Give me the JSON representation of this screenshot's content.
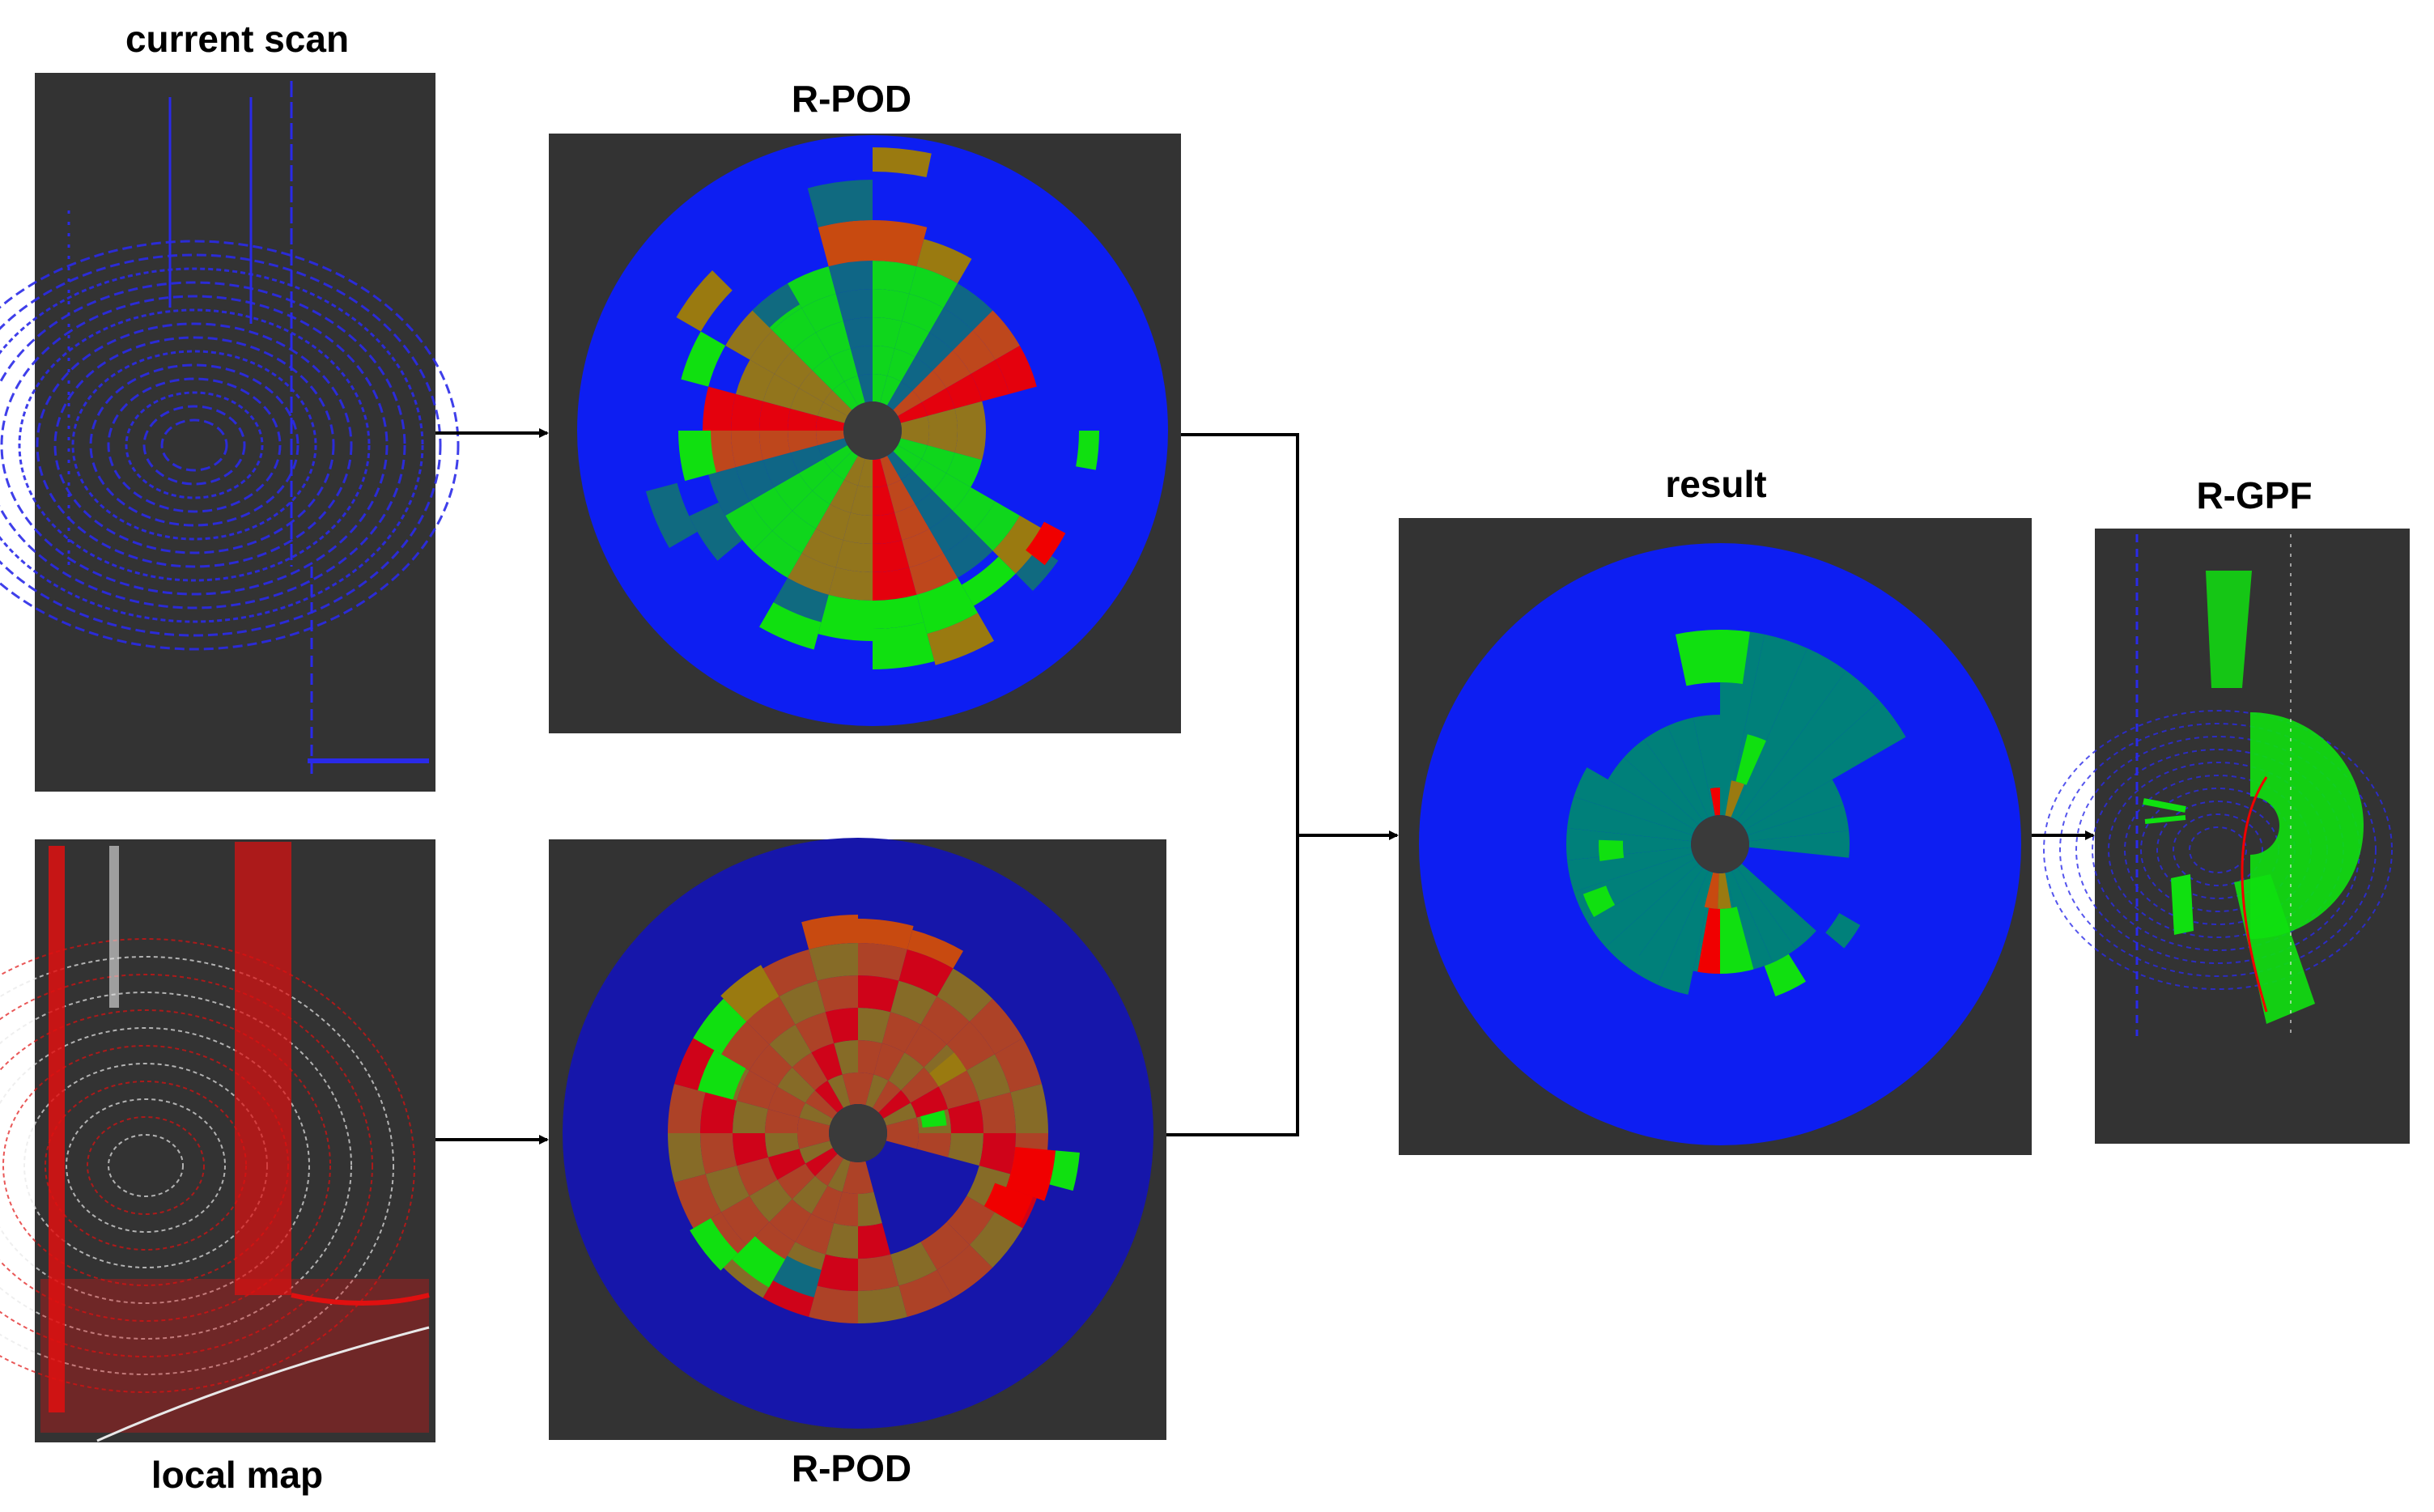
{
  "labels": {
    "current_scan": "current scan",
    "local_map": "local map",
    "rpod_top": "R-POD",
    "rpod_bottom": "R-POD",
    "result": "result",
    "rgpf": "R-GPF"
  },
  "colors": {
    "panel_background": "#333333",
    "disc_blue": "#0d1ef2",
    "disc_blue_dark": "#1616aa",
    "center_hole": "#3a3a3a",
    "scan_points_blue": "#2a2ae8",
    "map_points_red": "#e01010",
    "map_points_white": "#e8e8e8",
    "bin_red": "#f00000",
    "bin_orange": "#c84a10",
    "bin_olive": "#9a7a10",
    "bin_green": "#10e010",
    "bin_teal": "#00807a",
    "bin_dark_teal": "#106a80",
    "arrow": "#000000"
  }
}
